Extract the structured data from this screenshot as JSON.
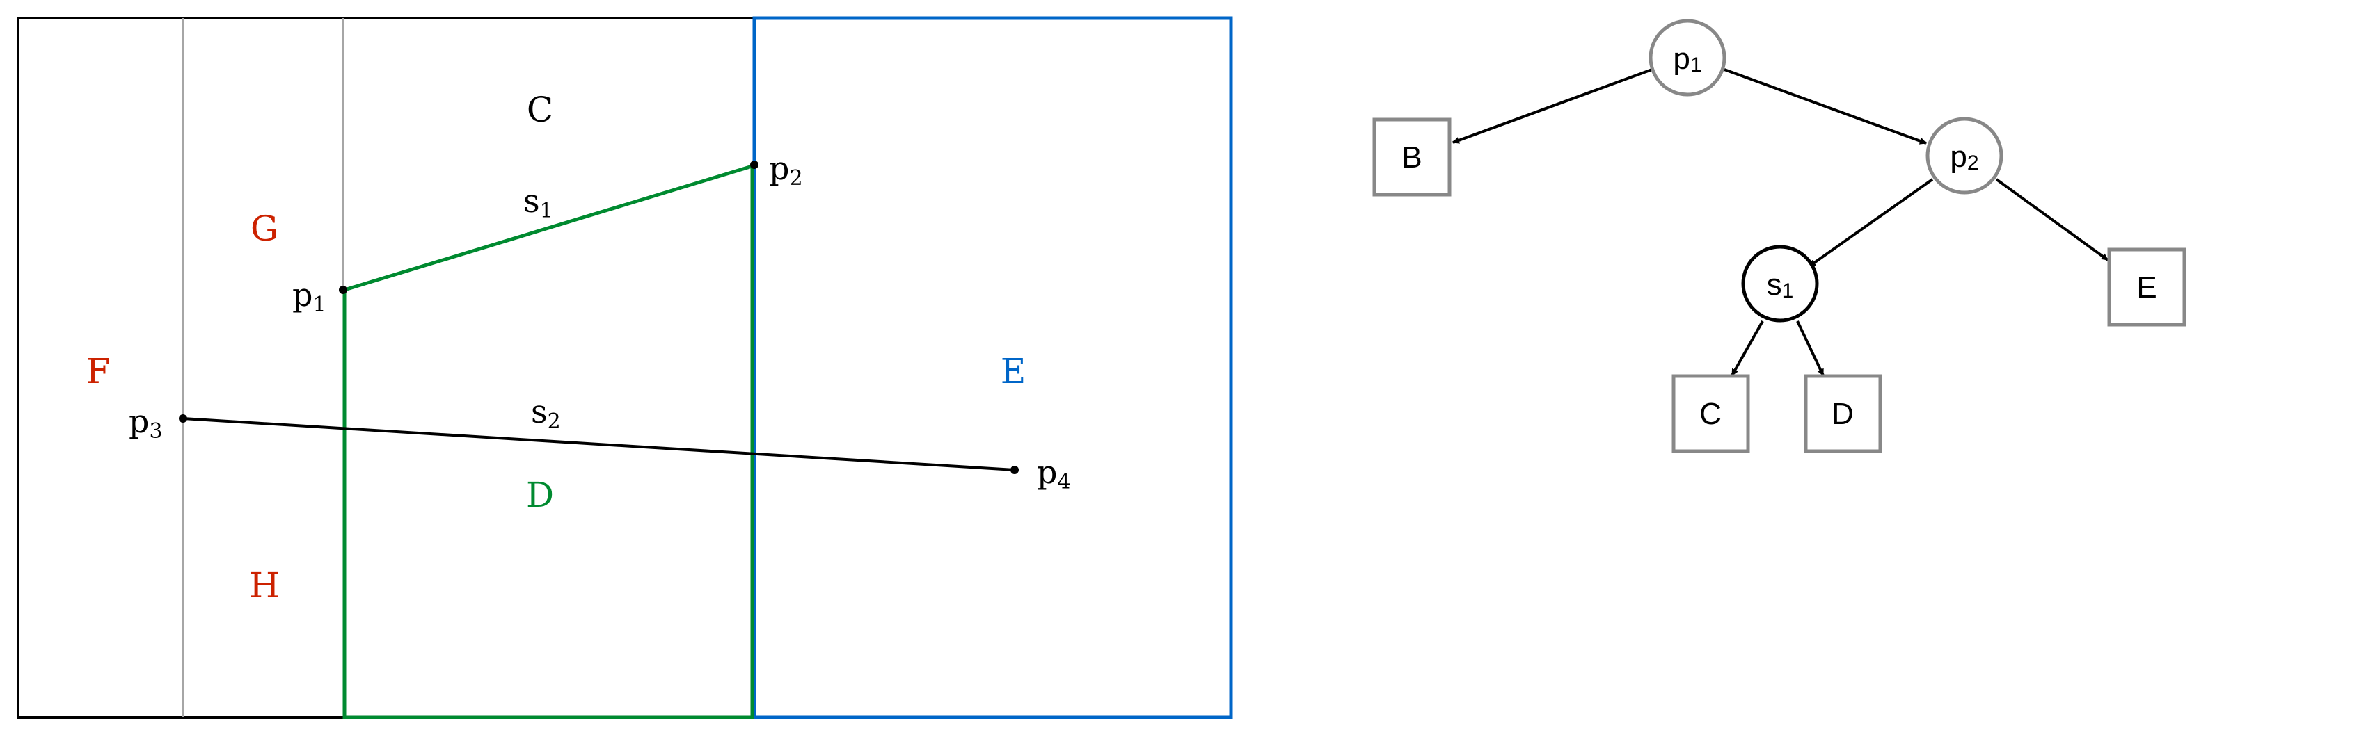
{
  "colors": {
    "black": "#000000",
    "grey": "#a6a6a6",
    "green": "#008a30",
    "blue": "#0066c8",
    "red": "#cc2200",
    "node_grey": "#888888"
  },
  "map": {
    "regions": {
      "C": "C",
      "G": "G",
      "F": "F",
      "E": "E",
      "D": "D",
      "H": "H"
    },
    "points": {
      "p1": {
        "base": "p",
        "sub": "1"
      },
      "p2": {
        "base": "p",
        "sub": "2"
      },
      "p3": {
        "base": "p",
        "sub": "3"
      },
      "p4": {
        "base": "p",
        "sub": "4"
      }
    },
    "segments": {
      "s1": {
        "base": "s",
        "sub": "1"
      },
      "s2": {
        "base": "s",
        "sub": "2"
      }
    }
  },
  "tree": {
    "root": {
      "base": "p",
      "sub": "1"
    },
    "p2": {
      "base": "p",
      "sub": "2"
    },
    "s1": {
      "base": "s",
      "sub": "1"
    },
    "leaves": {
      "B": "B",
      "C": "C",
      "D": "D",
      "E": "E"
    }
  }
}
